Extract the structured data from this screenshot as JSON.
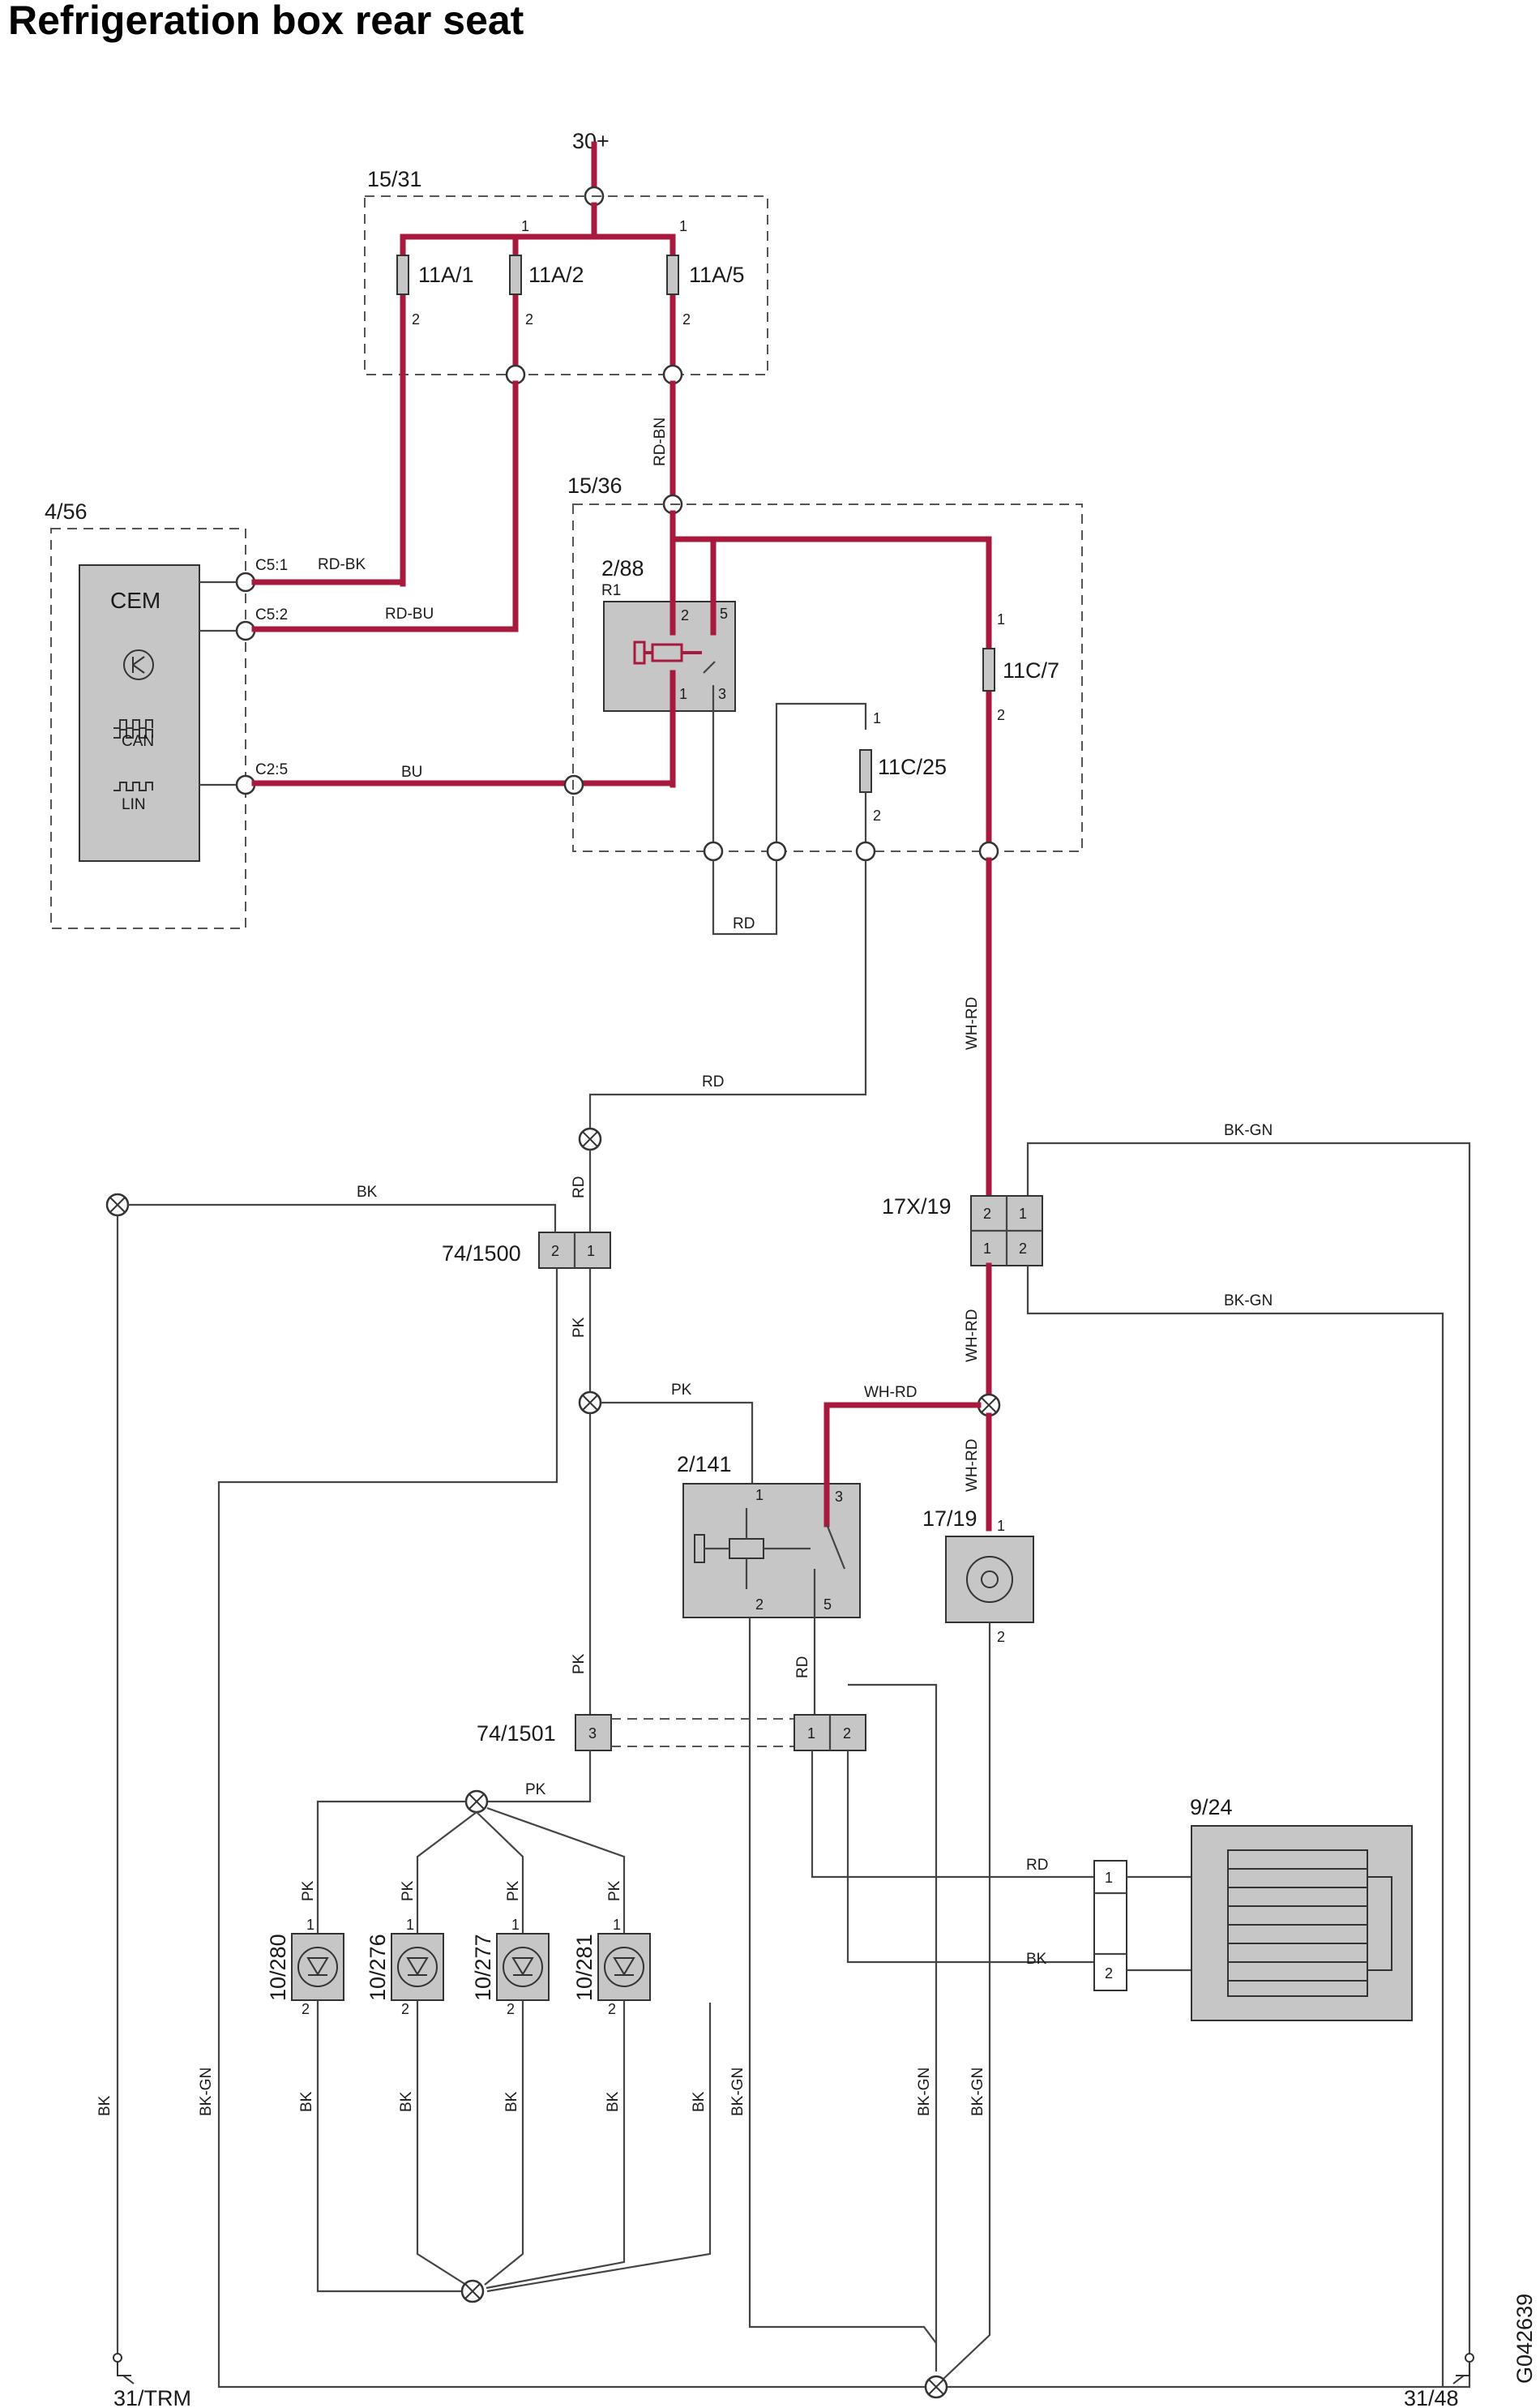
{
  "title": "Refrigeration box rear seat",
  "drawing_id": "G042639",
  "labels": {
    "supply": "30+",
    "fusebox_main": "15/31",
    "fusebox_rear": "15/36",
    "cem_module": "4/56",
    "cem": "CEM",
    "can": "CAN",
    "lin": "LIN",
    "relay_main": "2/88",
    "relay_main_sub": "R1",
    "relay_fridge": "2/141",
    "fuse_a1": "11A/1",
    "fuse_a2": "11A/2",
    "fuse_a5": "11A/5",
    "fuse_c7": "11C/7",
    "fuse_c25": "11C/25",
    "conn_17x19": "17X/19",
    "conn_74_1500": "74/1500",
    "conn_74_1501": "74/1501",
    "socket_17_19": "17/19",
    "fridge_9_24": "9/24",
    "led_280": "10/280",
    "led_276": "10/276",
    "led_277": "10/277",
    "led_281": "10/281",
    "ground_trm": "31/TRM",
    "ground_48": "31/48",
    "c51": "C5:1",
    "c52": "C5:2",
    "c25": "C2:5"
  },
  "wire_colors": {
    "rd_bk": "RD-BK",
    "rd_bu": "RD-BU",
    "bu": "BU",
    "rd_bn": "RD-BN",
    "rd": "RD",
    "wh_rd": "WH-RD",
    "bk_gn": "BK-GN",
    "bk": "BK",
    "pk": "PK"
  },
  "pins": {
    "p1": "1",
    "p2": "2",
    "p3": "3",
    "p5": "5"
  },
  "colors": {
    "power_wire": "#a8193e",
    "signal_wire": "#444444",
    "component_fill": "#c6c6c6"
  }
}
